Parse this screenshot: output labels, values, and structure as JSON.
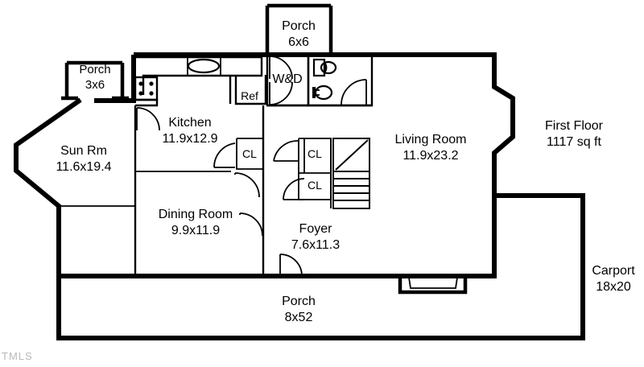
{
  "document": {
    "type": "residential-floor-plan",
    "watermark": "TMLS"
  },
  "summary": {
    "floor_label": "First Floor",
    "area_label": "1117 sq ft"
  },
  "rooms": [
    {
      "key": "sun_room",
      "name": "Sun Rm",
      "dims": "11.6x19.4"
    },
    {
      "key": "kitchen",
      "name": "Kitchen",
      "dims": "11.9x12.9"
    },
    {
      "key": "dining_room",
      "name": "Dining Room",
      "dims": "9.9x11.9"
    },
    {
      "key": "living_room",
      "name": "Living Room",
      "dims": "11.9x23.2"
    },
    {
      "key": "foyer",
      "name": "Foyer",
      "dims": "7.6x11.3"
    },
    {
      "key": "porch_front",
      "name": "Porch",
      "dims": "8x52"
    },
    {
      "key": "porch_top",
      "name": "Porch",
      "dims": "6x6"
    },
    {
      "key": "porch_side",
      "name": "Porch",
      "dims": "3x6"
    },
    {
      "key": "carport",
      "name": "Carport",
      "dims": "18x20"
    }
  ],
  "features": [
    {
      "key": "laundry",
      "label": "W&D"
    },
    {
      "key": "refrigerator",
      "label": "Ref"
    },
    {
      "key": "closet_1",
      "label": "CL"
    },
    {
      "key": "closet_2",
      "label": "CL"
    },
    {
      "key": "closet_3",
      "label": "CL"
    }
  ],
  "colors": {
    "wall": "#000000",
    "background": "#ffffff",
    "watermark": "#b9b9b9"
  }
}
